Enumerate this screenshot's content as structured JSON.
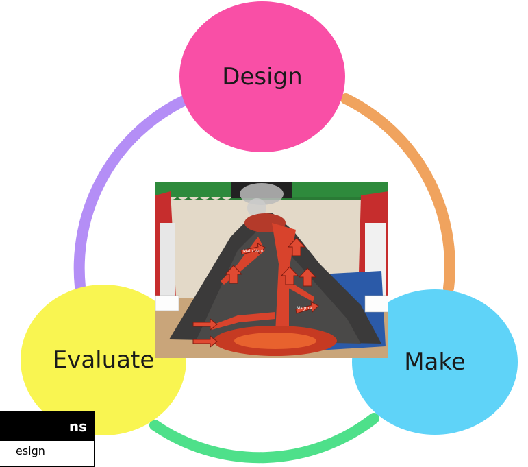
{
  "cycle": {
    "stages": [
      {
        "label": "Design",
        "color": "#f94fa6"
      },
      {
        "label": "Make",
        "color": "#5fd3f8"
      },
      {
        "label": "Evaluate",
        "color": "#f9f551"
      }
    ],
    "arc_colors": {
      "design_to_make": "#f0a35e",
      "make_to_evaluate": "#4ee08a",
      "evaluate_to_design": "#b48ef6"
    }
  },
  "photo": {
    "subject": "model volcano cross-section with red arrows",
    "arrow_texts": [
      "Main Vent",
      "Magma"
    ]
  },
  "label_box": {
    "header": "ns",
    "body": "esign"
  }
}
